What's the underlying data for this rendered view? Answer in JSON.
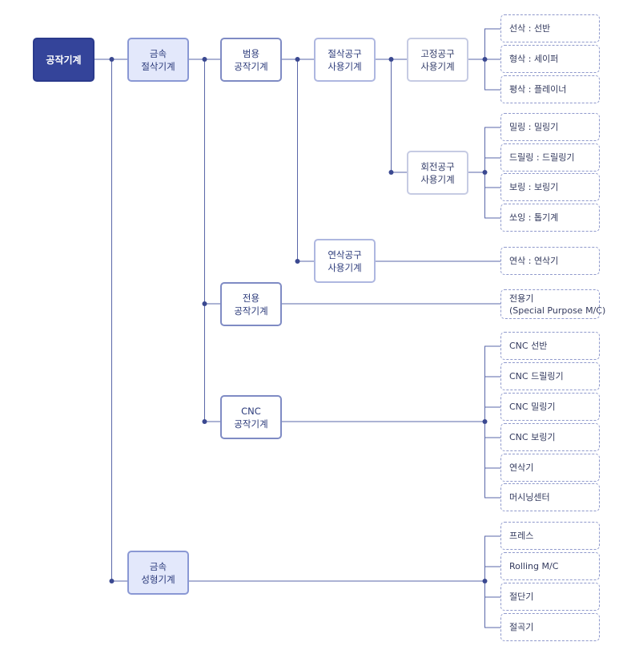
{
  "diagram": {
    "root": {
      "label": "공작기계"
    },
    "metal_cutting": {
      "label": "금속\n절삭기계"
    },
    "metal_forming": {
      "label": "금속\n성형기계"
    },
    "general": {
      "label": "범용\n공작기계"
    },
    "dedicated": {
      "label": "전용\n공작기계"
    },
    "cnc": {
      "label": "CNC\n공작기계"
    },
    "cutting_tool": {
      "label": "절삭공구\n사용기계"
    },
    "grinding_tool": {
      "label": "연삭공구\n사용기계"
    },
    "fixed_tool": {
      "label": "고정공구\n사용기계"
    },
    "rotating_tool": {
      "label": "회전공구\n사용기계"
    },
    "fixed_leaves": [
      "선삭 : 선반",
      "형삭 : 세이퍼",
      "평삭 : 플레이너"
    ],
    "rotating_leaves": [
      "밀링 : 밀링기",
      "드릴링 : 드릴링기",
      "보링 : 보링기",
      "쏘잉 : 톱기계"
    ],
    "grinding_leaves": [
      "연삭 : 연삭기"
    ],
    "dedicated_leaves": [
      [
        "전용기",
        "(Special Purpose M/C)"
      ]
    ],
    "cnc_leaves": [
      "CNC 선반",
      "CNC 드릴링기",
      "CNC 밀링기",
      "CNC 보링기",
      "연삭기",
      "머시닝센터"
    ],
    "forming_leaves": [
      "프레스",
      "Rolling M/C",
      "절단기",
      "절곡기"
    ]
  },
  "colors": {
    "root_fill": "#34449a",
    "level1_fill": "#e3e8fb",
    "border": "#7f8bc4",
    "line": "#5a67a8",
    "dot": "#3a4890"
  }
}
